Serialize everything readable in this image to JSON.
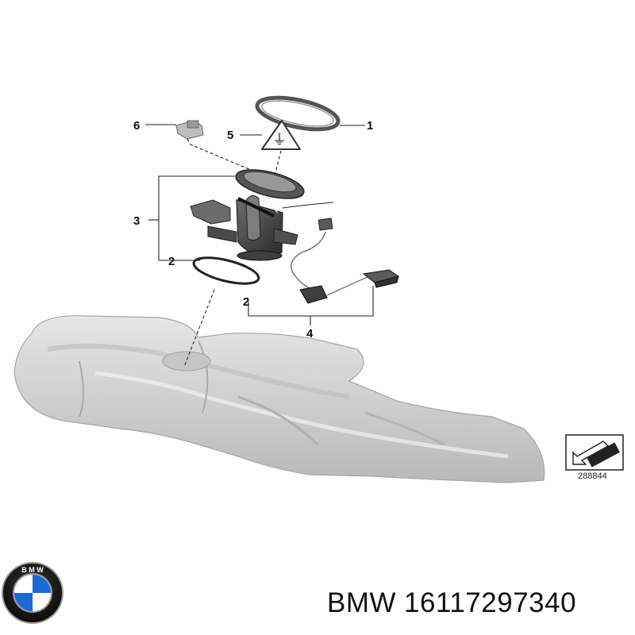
{
  "diagram": {
    "callouts": {
      "c1": "1",
      "c2a": "2",
      "c2b": "2",
      "c3": "3",
      "c4": "4",
      "c5": "5",
      "c6": "6"
    },
    "reference_number": "288844"
  },
  "logo": {
    "lettering": "BMW",
    "colors": {
      "blue": "#1c69d4",
      "white": "#ffffff",
      "black": "#111111",
      "silver": "#9a9a9a"
    }
  },
  "caption": {
    "brand": "BMW",
    "part_number": "16117297340"
  }
}
